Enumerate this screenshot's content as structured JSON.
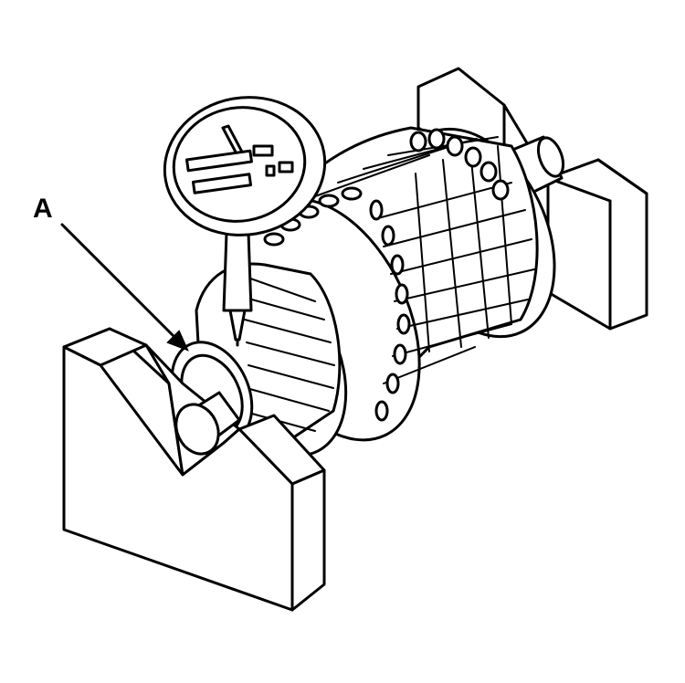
{
  "diagram": {
    "callouts": [
      {
        "id": "A",
        "label": "A"
      }
    ],
    "components": [
      {
        "name": "v-block-front",
        "label": ""
      },
      {
        "name": "v-block-rear",
        "label": ""
      },
      {
        "name": "armature",
        "label": ""
      },
      {
        "name": "commutator",
        "label": ""
      },
      {
        "name": "dial-indicator",
        "label": ""
      }
    ],
    "colors": {
      "line": "#000000",
      "background": "#ffffff"
    }
  }
}
